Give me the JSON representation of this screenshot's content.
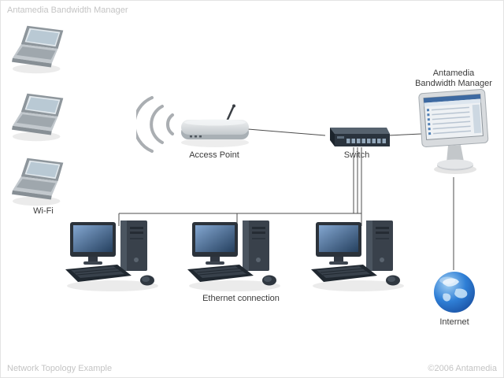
{
  "header": {
    "title": "Antamedia Bandwidth Manager"
  },
  "diagram": {
    "labels": {
      "wifi": "Wi-Fi",
      "access_point": "Access Point",
      "switch": "Switch",
      "manager_line1": "Antamedia",
      "manager_line2": "Bandwidth Manager",
      "ethernet": "Ethernet connection",
      "internet": "Internet"
    },
    "nodes": [
      {
        "id": "laptop-1",
        "type": "laptop",
        "group": "Wi-Fi"
      },
      {
        "id": "laptop-2",
        "type": "laptop",
        "group": "Wi-Fi"
      },
      {
        "id": "laptop-3",
        "type": "laptop",
        "group": "Wi-Fi"
      },
      {
        "id": "access-point",
        "type": "access-point",
        "label": "Access Point"
      },
      {
        "id": "switch",
        "type": "switch",
        "label": "Switch"
      },
      {
        "id": "manager-pc",
        "type": "monitor",
        "label": "Antamedia Bandwidth Manager"
      },
      {
        "id": "pc-1",
        "type": "desktop-pc",
        "group": "Ethernet connection"
      },
      {
        "id": "pc-2",
        "type": "desktop-pc",
        "group": "Ethernet connection"
      },
      {
        "id": "pc-3",
        "type": "desktop-pc",
        "group": "Ethernet connection"
      },
      {
        "id": "internet",
        "type": "globe",
        "label": "Internet"
      }
    ],
    "connections": [
      [
        "access-point",
        "switch"
      ],
      [
        "switch",
        "manager-pc"
      ],
      [
        "switch",
        "pc-1"
      ],
      [
        "switch",
        "pc-2"
      ],
      [
        "switch",
        "pc-3"
      ],
      [
        "manager-pc",
        "internet"
      ]
    ]
  },
  "footer": {
    "left": "Network Topology Example",
    "right": "©2006 Antamedia"
  },
  "colors": {
    "background": "#ffffff",
    "muted_text": "#c4c4c4",
    "label_text": "#3b3b3b",
    "line": "#4c4c4c"
  }
}
